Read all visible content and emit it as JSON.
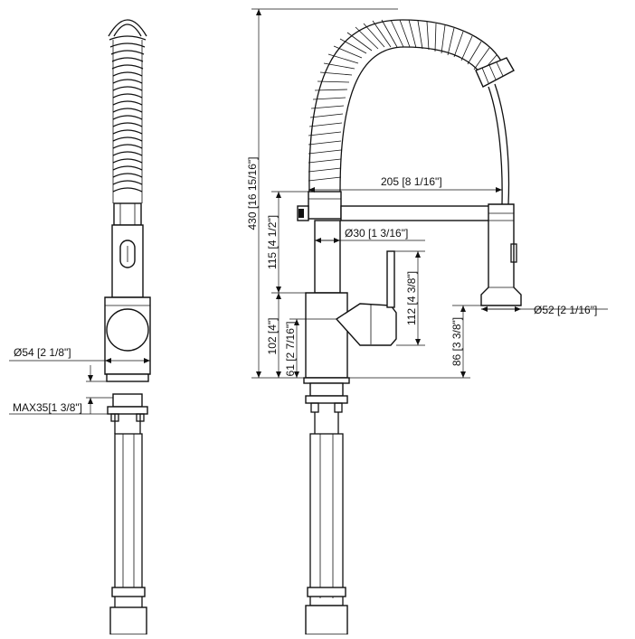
{
  "dimensions": {
    "total_height": "430 [16 15/16\"]",
    "reach": "205 [8 1/16\"]",
    "column_dia": "Ø30 [1 3/16\"]",
    "upper_column": "115 [4 1/2\"]",
    "handle_height": "112 [4 3/8\"]",
    "body_height": "102 [4\"]",
    "base_height": "61 [2 7/16\"]",
    "spray_dia": "Ø52 [2 1/16\"]",
    "spray_height": "86 [3 3/8\"]",
    "base_dia": "Ø54 [2 1/8\"]",
    "max_deck": "MAX35[1 3/8\"]"
  }
}
